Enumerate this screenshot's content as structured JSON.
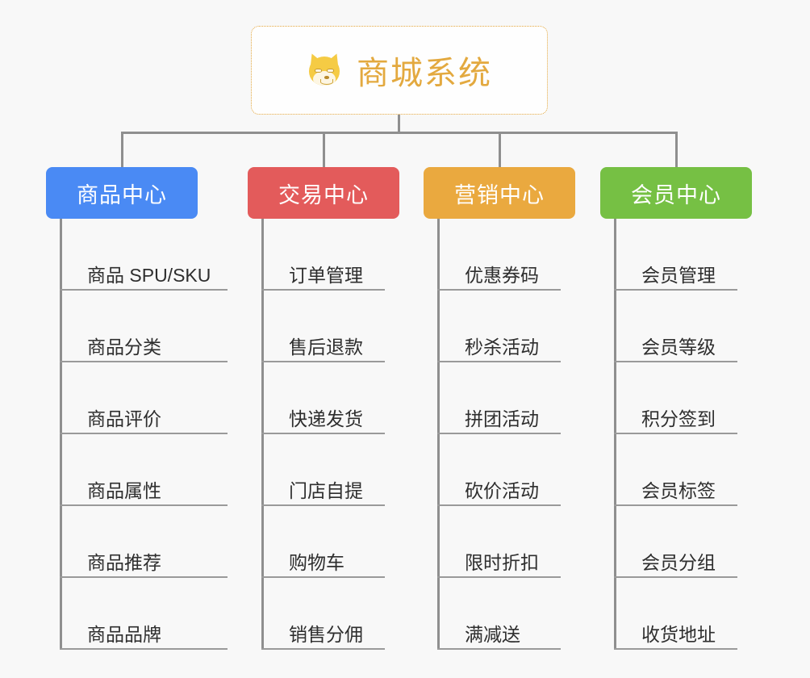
{
  "root": {
    "title": "商城系统",
    "icon": "dog-face-icon",
    "border_color": "#e3a63c",
    "title_color": "#e3a93f",
    "background": "#fefefe"
  },
  "canvas": {
    "background": "#f8f8f8",
    "connector_color": "#8f8f8f"
  },
  "branches": [
    {
      "label": "商品中心",
      "color": "#4a8af4",
      "underline_width": 208,
      "items": [
        "商品 SPU/SKU",
        "商品分类",
        "商品评价",
        "商品属性",
        "商品推荐",
        "商品品牌"
      ]
    },
    {
      "label": "交易中心",
      "color": "#e35b5b",
      "underline_width": 153,
      "items": [
        "订单管理",
        "售后退款",
        "快递发货",
        "门店自提",
        "购物车",
        "销售分佣"
      ]
    },
    {
      "label": "营销中心",
      "color": "#eaa93f",
      "underline_width": 153,
      "items": [
        "优惠券码",
        "秒杀活动",
        "拼团活动",
        "砍价活动",
        "限时折扣",
        "满减送"
      ]
    },
    {
      "label": "会员中心",
      "color": "#76c044",
      "underline_width": 153,
      "items": [
        "会员管理",
        "会员等级",
        "积分签到",
        "会员标签",
        "会员分组",
        "收货地址"
      ]
    }
  ]
}
